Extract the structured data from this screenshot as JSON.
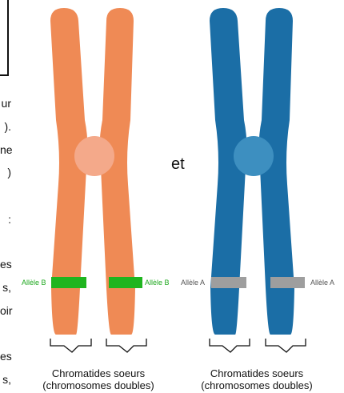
{
  "left_fragments": [
    "ur",
    ").",
    "ne",
    ")",
    ":",
    "es",
    "s,",
    "oir",
    "es",
    "s,"
  ],
  "connector": "et",
  "chromosome_left": {
    "color": "#ef8a55",
    "centromere_color": "#f4a98a",
    "band_color": "#1fb51f",
    "allele_label": "Allèle B",
    "label_color": "#1fa81f",
    "caption_line1": "Chromatides soeurs",
    "caption_line2": "(chromosomes doubles)"
  },
  "chromosome_right": {
    "color": "#1b6ea6",
    "centromere_color": "#3d8fc0",
    "band_color": "#9e9e9e",
    "allele_label": "Allèle A",
    "label_color": "#555555",
    "caption_line1": "Chromatides soeurs",
    "caption_line2": "(chromosomes doubles)"
  }
}
